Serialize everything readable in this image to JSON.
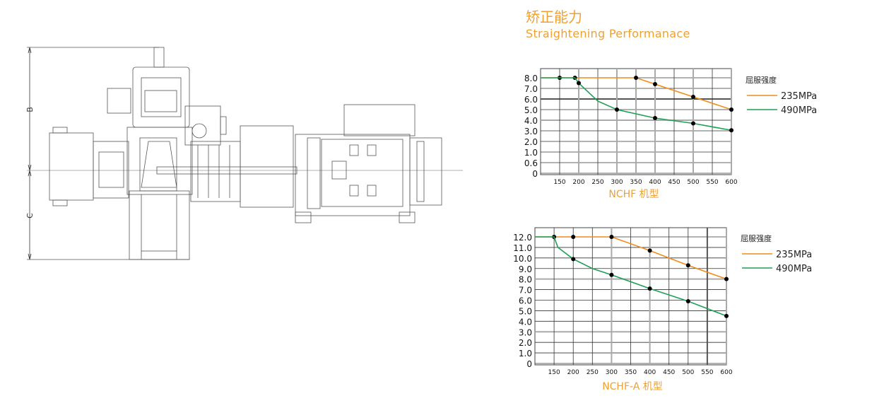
{
  "header": {
    "title_cn": "矫正能力",
    "title_en": "Straightening Performanace"
  },
  "drawing": {
    "dim_b": "B",
    "dim_c": "C"
  },
  "colors": {
    "accent": "#f0a030",
    "orange": "#f08c1e",
    "green": "#1fa055",
    "grid": "#333333"
  },
  "chart_data": [
    {
      "type": "line",
      "title": "NCHF 机型",
      "legend_title": "屈服强度",
      "legend_position": "right",
      "xlabel": "",
      "ylabel": "",
      "x_ticks": [
        "150",
        "200",
        "250",
        "300",
        "350",
        "400",
        "450",
        "500",
        "550",
        "600"
      ],
      "xlim": [
        100,
        600
      ],
      "y_ticks": [
        "0",
        "0.6",
        "1.0",
        "2.0",
        "3.0",
        "4.0",
        "5.0",
        "6.0",
        "7.0",
        "8.0"
      ],
      "ylim": [
        0,
        8.0
      ],
      "grid": true,
      "series": [
        {
          "name": "235MPa",
          "color": "#f08c1e",
          "x": [
            100,
            150,
            190,
            350,
            400,
            500,
            600
          ],
          "y": [
            8.0,
            8.0,
            8.0,
            8.0,
            7.4,
            6.2,
            5.0
          ],
          "markers_x": [
            150,
            190,
            350,
            400,
            500,
            600
          ]
        },
        {
          "name": "490MPa",
          "color": "#1fa055",
          "x": [
            100,
            150,
            190,
            200,
            250,
            300,
            400,
            500,
            600
          ],
          "y": [
            8.0,
            8.0,
            8.0,
            7.5,
            5.8,
            5.0,
            4.2,
            3.7,
            3.05
          ],
          "markers_x": [
            200,
            300,
            400,
            500,
            600
          ]
        }
      ]
    },
    {
      "type": "line",
      "title": "NCHF-A 机型",
      "legend_title": "屈服强度",
      "legend_position": "right",
      "xlabel": "",
      "ylabel": "",
      "x_ticks": [
        "150",
        "200",
        "250",
        "300",
        "350",
        "400",
        "450",
        "500",
        "550",
        "600"
      ],
      "xlim": [
        100,
        600
      ],
      "y_ticks": [
        "0",
        "1.0",
        "2.0",
        "3.0",
        "4.0",
        "5.0",
        "6.0",
        "7.0",
        "8.0",
        "9.0",
        "10.0",
        "11.0",
        "12.0"
      ],
      "ylim": [
        0,
        12.0
      ],
      "grid": true,
      "series": [
        {
          "name": "235MPa",
          "color": "#f08c1e",
          "x": [
            100,
            150,
            200,
            300,
            400,
            500,
            600
          ],
          "y": [
            12.0,
            12.0,
            12.0,
            12.0,
            10.7,
            9.3,
            8.0
          ],
          "markers_x": [
            150,
            200,
            300,
            400,
            500,
            600
          ]
        },
        {
          "name": "490MPa",
          "color": "#1fa055",
          "x": [
            100,
            150,
            160,
            200,
            250,
            300,
            400,
            500,
            600
          ],
          "y": [
            12.0,
            12.0,
            11.0,
            9.9,
            9.0,
            8.4,
            7.1,
            5.9,
            4.5
          ],
          "markers_x": [
            200,
            300,
            400,
            500,
            600
          ]
        }
      ]
    }
  ]
}
